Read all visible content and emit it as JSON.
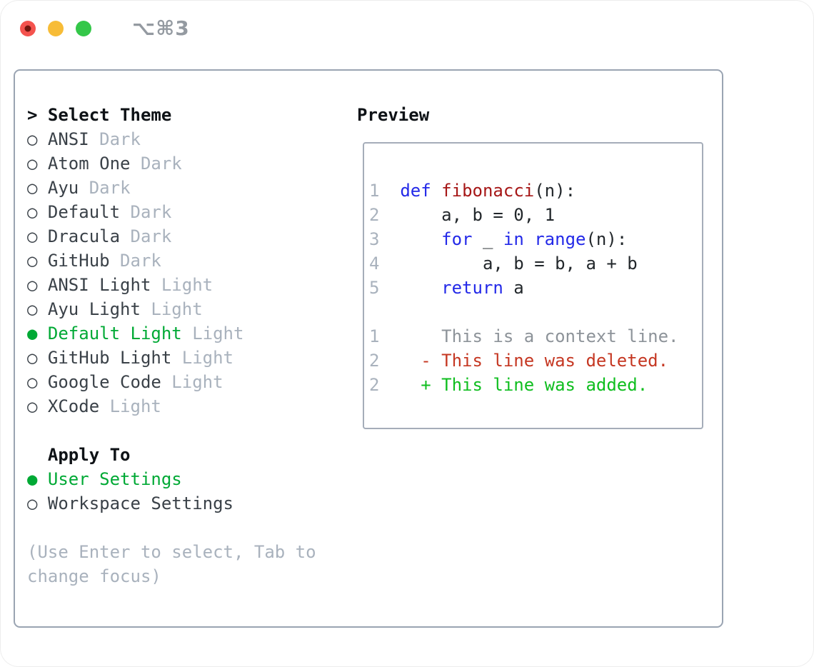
{
  "titlebar": {
    "shortcut": "⌥⌘3"
  },
  "panel": {
    "select_theme": {
      "prefix": ">",
      "label": "Select Theme"
    },
    "markers": {
      "selected": "●",
      "unselected": "○"
    },
    "themes": [
      {
        "name": "ANSI",
        "variant": "Dark",
        "selected": false
      },
      {
        "name": "Atom One",
        "variant": "Dark",
        "selected": false
      },
      {
        "name": "Ayu",
        "variant": "Dark",
        "selected": false
      },
      {
        "name": "Default",
        "variant": "Dark",
        "selected": false
      },
      {
        "name": "Dracula",
        "variant": "Dark",
        "selected": false
      },
      {
        "name": "GitHub",
        "variant": "Dark",
        "selected": false
      },
      {
        "name": "ANSI Light",
        "variant": "Light",
        "selected": false
      },
      {
        "name": "Ayu Light",
        "variant": "Light",
        "selected": false
      },
      {
        "name": "Default Light",
        "variant": "Light",
        "selected": true
      },
      {
        "name": "GitHub Light",
        "variant": "Light",
        "selected": false
      },
      {
        "name": "Google Code",
        "variant": "Light",
        "selected": false
      },
      {
        "name": "XCode",
        "variant": "Light",
        "selected": false
      }
    ],
    "apply_to": {
      "label": "Apply To",
      "options": [
        {
          "label": "User Settings",
          "selected": true
        },
        {
          "label": "Workspace Settings",
          "selected": false
        }
      ]
    },
    "help_lines": [
      "(Use Enter to select, Tab to",
      "change focus)"
    ]
  },
  "preview": {
    "label": "Preview",
    "lines": [
      {
        "segments": [
          {
            "text": "1  ",
            "cls": "ln"
          },
          {
            "text": "def",
            "cls": "kw"
          },
          {
            "text": " ",
            "cls": "code"
          },
          {
            "text": "fibonacci",
            "cls": "fn"
          },
          {
            "text": "(n):",
            "cls": "code"
          }
        ]
      },
      {
        "segments": [
          {
            "text": "2  ",
            "cls": "ln"
          },
          {
            "text": "    a, b = 0, 1",
            "cls": "code"
          }
        ]
      },
      {
        "segments": [
          {
            "text": "3  ",
            "cls": "ln"
          },
          {
            "text": "    ",
            "cls": "code"
          },
          {
            "text": "for",
            "cls": "kw"
          },
          {
            "text": " _ ",
            "cls": "code"
          },
          {
            "text": "in",
            "cls": "kw"
          },
          {
            "text": " ",
            "cls": "code"
          },
          {
            "text": "range",
            "cls": "kw"
          },
          {
            "text": "(n):",
            "cls": "code"
          }
        ]
      },
      {
        "segments": [
          {
            "text": "4  ",
            "cls": "ln"
          },
          {
            "text": "        a, b = b, a + b",
            "cls": "code"
          }
        ]
      },
      {
        "segments": [
          {
            "text": "5  ",
            "cls": "ln"
          },
          {
            "text": "    ",
            "cls": "code"
          },
          {
            "text": "return",
            "cls": "kw"
          },
          {
            "text": " a",
            "cls": "code"
          }
        ]
      },
      {
        "segments": []
      },
      {
        "segments": [
          {
            "text": "1  ",
            "cls": "ln"
          },
          {
            "text": "    This is a context line.",
            "cls": "ctx"
          }
        ]
      },
      {
        "segments": [
          {
            "text": "2  ",
            "cls": "ln"
          },
          {
            "text": "  - This line was deleted.",
            "cls": "del"
          }
        ]
      },
      {
        "segments": [
          {
            "text": "2  ",
            "cls": "ln"
          },
          {
            "text": "  + This line was added.",
            "cls": "add"
          }
        ]
      }
    ]
  },
  "colors": {
    "selection_green": "#00A935",
    "keyword_blue": "#2329E8",
    "function_red": "#A61717",
    "diff_deleted_red": "#C53722",
    "diff_added_green": "#0FBE1F",
    "muted_gray": "#A9B2BD",
    "context_gray": "#8D9399",
    "panel_border": "#9AA4B2",
    "traffic_red": "#F4534E",
    "traffic_yellow": "#F7BC37",
    "traffic_green": "#34C749"
  }
}
